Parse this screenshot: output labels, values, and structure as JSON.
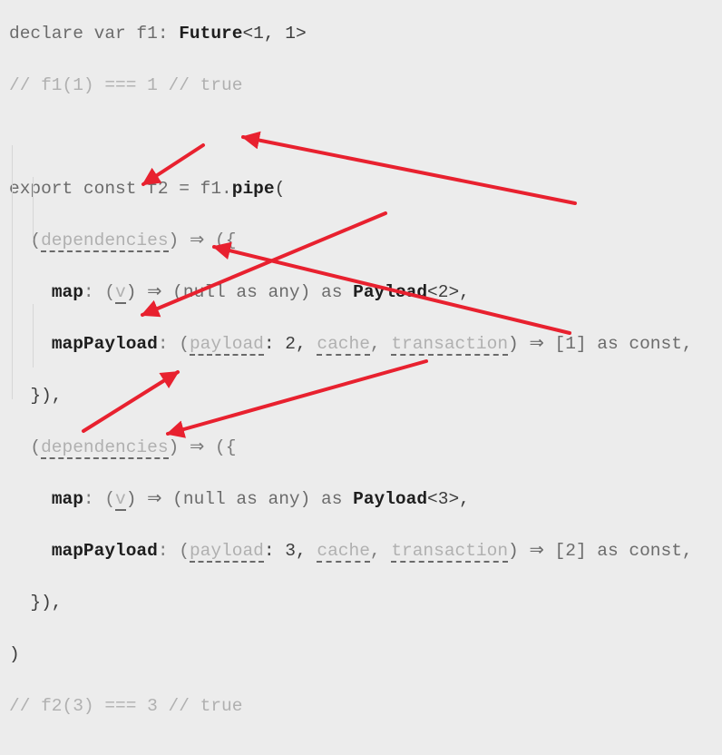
{
  "code": {
    "l1": {
      "declare": "declare var f1: ",
      "type": "Future",
      "args": "<1, 1>"
    },
    "l2": {
      "comment": "// f1(1) === 1 // true"
    },
    "l4": {
      "prefix": "export const f2 = f1.",
      "method": "pipe",
      "paren": "("
    },
    "l5": {
      "open": "(",
      "param": "dependencies",
      "close": ") ⇒ ({"
    },
    "l6": {
      "key": "map",
      "colon": ": (",
      "param": "v",
      "rest": ") ⇒ (null as any) as ",
      "type": "Payload",
      "generic": "<2>,"
    },
    "l7": {
      "key": "mapPayload",
      "colon": ": (",
      "p1": "payload",
      "p1val": ": 2, ",
      "p2": "cache",
      "comma": ", ",
      "p3": "transaction",
      "rest": ") ⇒ [1] as const,"
    },
    "l8": {
      "text": "}), "
    },
    "l9": {
      "open": "(",
      "param": "dependencies",
      "close": ") ⇒ ({"
    },
    "l10": {
      "key": "map",
      "colon": ": (",
      "param": "v",
      "rest": ") ⇒ (null as any) as ",
      "type": "Payload",
      "generic": "<3>,"
    },
    "l11": {
      "key": "mapPayload",
      "colon": ": (",
      "p1": "payload",
      "p1val": ": 3, ",
      "p2": "cache",
      "comma": ", ",
      "p3": "transaction",
      "rest": ") ⇒ [2] as const,"
    },
    "l12": {
      "text": "}),"
    },
    "l13": {
      "text": ")"
    },
    "l14": {
      "comment": "// f2(3) === 3 // true"
    }
  },
  "colors": {
    "arrow": "#e8212f",
    "background": "#ececec"
  }
}
